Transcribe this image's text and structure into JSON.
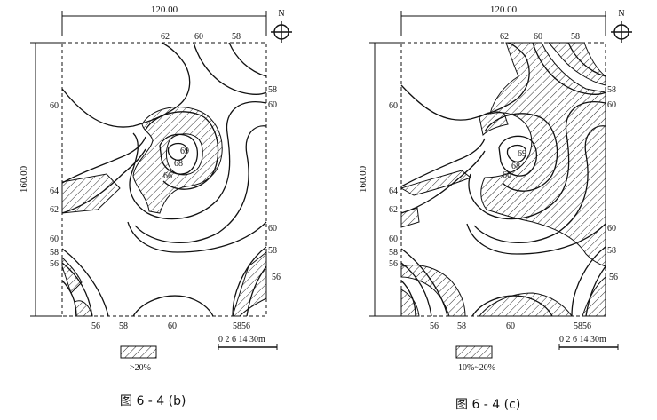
{
  "panels": [
    {
      "width_label": "120.00",
      "height_label": "160.00",
      "north_label": "N",
      "contour_labels": {
        "top_62": "62",
        "top_60": "60",
        "top_58": "58",
        "right_58": "58",
        "right_60_upper": "60",
        "left_60": "60",
        "left_64": "64",
        "left_62": "62",
        "left_60_lower": "60",
        "left_58": "58",
        "left_56": "56",
        "center_69": "69",
        "center_68": "68",
        "center_66": "66",
        "right_60_lower": "60",
        "right_58_lower": "58",
        "right_56": "56",
        "bottom_56": "56",
        "bottom_58": "58",
        "bottom_60": "60",
        "bottom_5856": "5856"
      },
      "scale_label": "0 2 6 14   30m",
      "legend_label": ">20%",
      "caption": "图 6 - 4 (b)"
    },
    {
      "width_label": "120.00",
      "height_label": "160.00",
      "north_label": "N",
      "contour_labels": {
        "top_62": "62",
        "top_60": "60",
        "top_58": "58",
        "right_58": "58",
        "right_60_upper": "60",
        "left_60": "60",
        "left_64": "64",
        "left_62": "62",
        "left_60_lower": "60",
        "left_58": "58",
        "left_56": "56",
        "center_69": "69",
        "center_68": "68",
        "center_66": "66",
        "right_60_lower": "60",
        "right_58_lower": "58",
        "right_56": "56",
        "bottom_56": "56",
        "bottom_58": "58",
        "bottom_60": "60",
        "bottom_5856": "5856"
      },
      "scale_label": "0 2 6 14   30m",
      "legend_label": "10%~20%",
      "caption": "图 6 - 4 (c)"
    }
  ]
}
